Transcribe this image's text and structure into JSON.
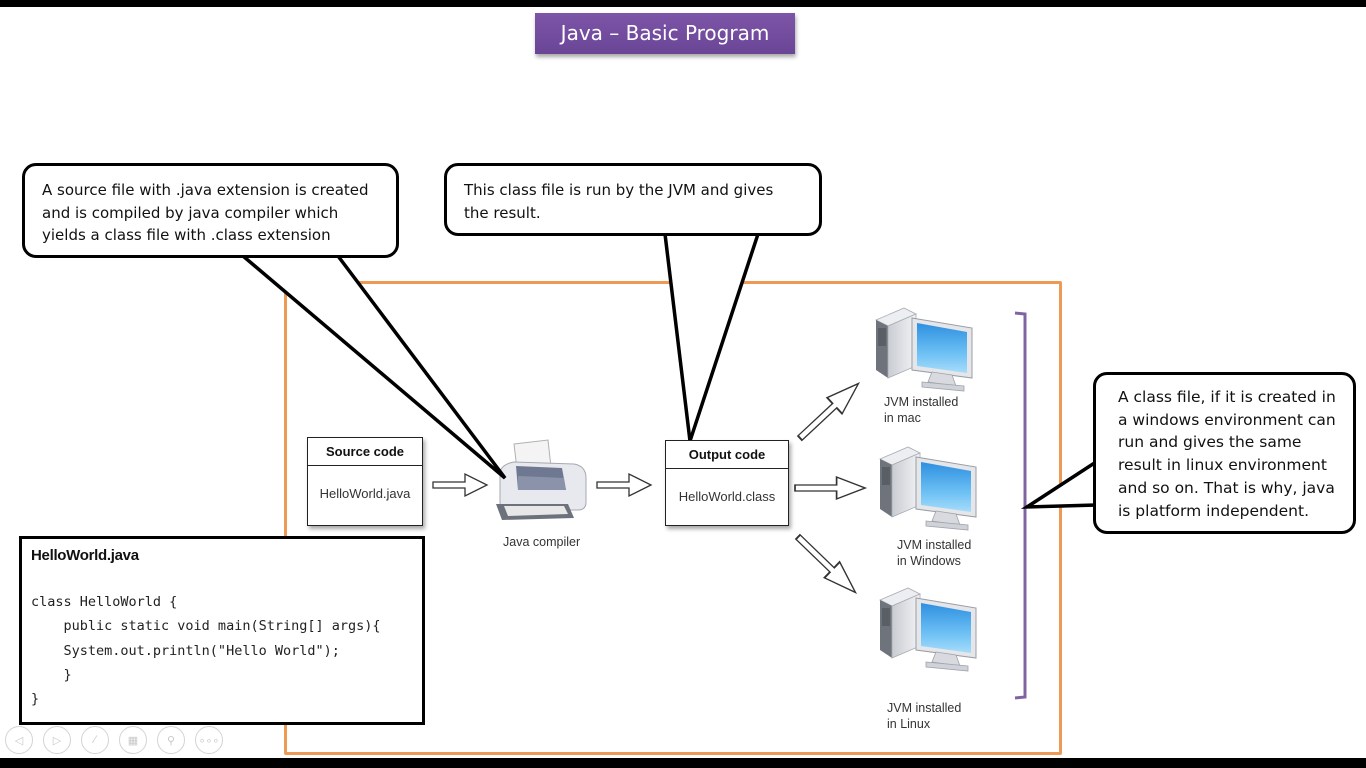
{
  "slide": {
    "title": "Java – Basic Program",
    "colors": {
      "title_bg": "#7350a0",
      "frame_border": "#ee9a54",
      "bracket": "#8064a2",
      "screen_blue": "#3aa0ea"
    }
  },
  "callouts": [
    {
      "lines": [
        "A source file with .java extension is created",
        "and is compiled by java compiler which",
        "yields a class file with .class extension"
      ]
    },
    {
      "lines": [
        "This class file is run by the JVM and gives",
        "the result."
      ]
    },
    {
      "lines": [
        "A class file, if it is created in",
        "a windows environment can",
        "run and gives the same",
        "result in linux environment",
        "and so on. That is why, java",
        "is platform independent."
      ]
    }
  ],
  "diagram": {
    "source_box": {
      "header": "Source code",
      "body": "HelloWorld.java"
    },
    "compiler": {
      "icon": "printer-icon",
      "label": "Java compiler"
    },
    "output_box": {
      "header": "Output code",
      "body": "HelloWorld.class"
    },
    "targets": [
      {
        "icon": "computer-icon",
        "line1": "JVM installed",
        "line2": "in mac"
      },
      {
        "icon": "computer-icon",
        "line1": "JVM installed",
        "line2": "in Windows"
      },
      {
        "icon": "computer-icon",
        "line1": "JVM installed",
        "line2": "in Linux"
      }
    ]
  },
  "code": {
    "filename": "HelloWorld.java",
    "lines": [
      "class HelloWorld {",
      "    public static void main(String[] args){",
      "    System.out.println(\"Hello World\");",
      "    }",
      "}"
    ]
  },
  "slideshow_controls": [
    {
      "icon": "previous-icon",
      "glyph": "◁"
    },
    {
      "icon": "next-icon",
      "glyph": "▷"
    },
    {
      "icon": "pen-icon",
      "glyph": "∕"
    },
    {
      "icon": "slides-grid-icon",
      "glyph": "▦"
    },
    {
      "icon": "zoom-icon",
      "glyph": "⚲"
    },
    {
      "icon": "more-options-icon",
      "glyph": "∘∘∘"
    }
  ]
}
